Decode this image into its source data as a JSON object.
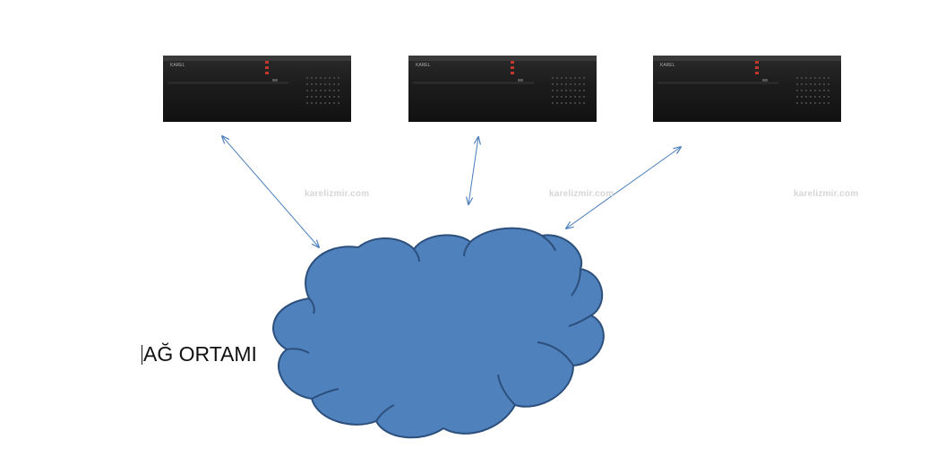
{
  "diagram": {
    "network_label": "AĞ ORTAMI",
    "watermark_text": "karelizmir.com",
    "device_badge": "KAREL",
    "colors": {
      "cloud_fill": "#4F81BD",
      "cloud_stroke": "#2C4F7C",
      "arrow": "#4A7EBB",
      "device_body": "#1e1e1e",
      "device_led": "#c0392b"
    },
    "devices": [
      {
        "id": "server-1"
      },
      {
        "id": "server-2"
      },
      {
        "id": "server-3"
      }
    ]
  }
}
